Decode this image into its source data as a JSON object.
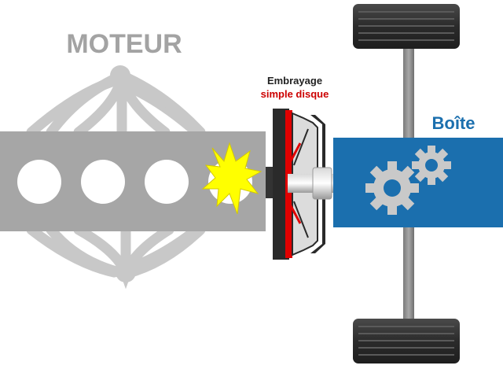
{
  "engine": {
    "label": "MOTEUR",
    "color": "#a6a6a6",
    "frame_color": "#c8c8c8"
  },
  "clutch": {
    "label_line1": "Embrayage",
    "label_line2": "simple disque",
    "line1_color": "#222222",
    "line2_color": "#cc0000",
    "disc_color": "#e10000",
    "housing_color": "#2a2a2a"
  },
  "gearbox": {
    "label": "Boîte",
    "color": "#1b6fae",
    "gear_color": "#c9c9c9",
    "label_color": "#1b6fae"
  },
  "axle": {
    "tire_color": "#2b2b2b",
    "shaft_color": "#8a8a8a"
  },
  "spark": {
    "color": "#ffff00",
    "outline_color": "#d4c800"
  }
}
